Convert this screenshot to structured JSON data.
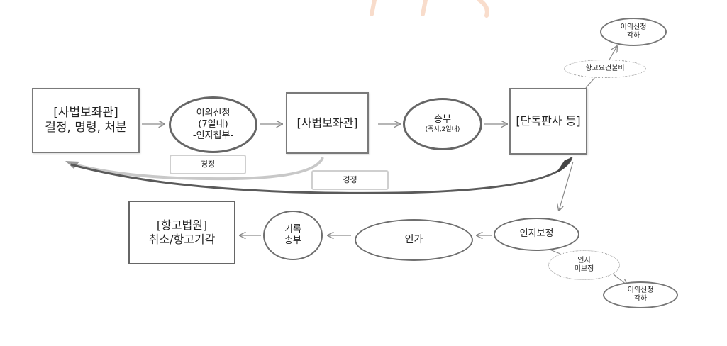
{
  "diagram": {
    "nodes": {
      "start": {
        "lines": [
          "[사법보좌관]",
          "결정, 명령, 처분"
        ]
      },
      "objection": {
        "lines": [
          "이의신청",
          "(7일내)",
          "-인지첩부-"
        ]
      },
      "judicial_officer": {
        "lines": [
          "[사법보좌관]"
        ]
      },
      "transfer": {
        "lines": [
          "송부",
          "(즉시,2일내)"
        ]
      },
      "single_judge": {
        "lines": [
          "[단독판사 등]"
        ]
      },
      "dismiss_top": {
        "lines": [
          "이의신청",
          "각하"
        ]
      },
      "appeal_unmet": {
        "lines": [
          "항고요건불비"
        ]
      },
      "stamp_correction": {
        "lines": [
          "인지보정"
        ]
      },
      "approval": {
        "lines": [
          "인가"
        ]
      },
      "record_transfer": {
        "lines": [
          "기록",
          "송부"
        ]
      },
      "high_court": {
        "lines": [
          "[항고법원]",
          "취소/항고기각"
        ]
      },
      "not_corrected": {
        "lines": [
          "인지",
          "미보정"
        ]
      },
      "dismiss_bottom": {
        "lines": [
          "이의신청",
          "각하"
        ]
      }
    },
    "labels": {
      "decision_1": "경정",
      "decision_2": "경정"
    }
  },
  "colors": {
    "arrow": "#8a8a8a",
    "curve_light": "#c8c8c8",
    "curve_dark": "#5a5a5a",
    "watermark": "#f8d9c6"
  }
}
